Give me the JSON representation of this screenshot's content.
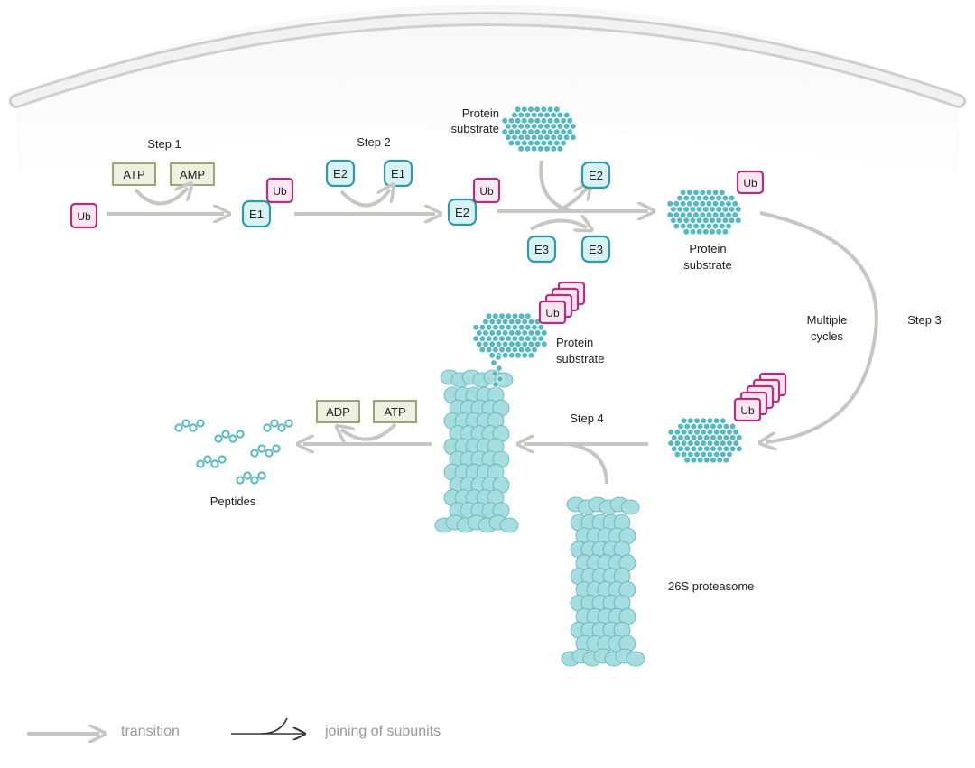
{
  "colors": {
    "ub_border": "#b0307e",
    "ub_fill": "#fbe6f1",
    "enzyme_border": "#2e9aa4",
    "enzyme_fill": "#d8f1f2",
    "nucleotide_border": "#8e9e6a",
    "nucleotide_fill": "#eef1df",
    "arrow_gray": "#c6c6c2",
    "sphere": "#56b9c0",
    "proteasome": "#a6dde0",
    "membrane": "#dcdcdc",
    "text": "#222222",
    "legend_text": "#999999"
  },
  "steps": {
    "step1": "Step 1",
    "step2": "Step 2",
    "step3": "Step 3",
    "step4": "Step 4"
  },
  "molecules": {
    "ub": "Ub",
    "e1": "E1",
    "e2": "E2",
    "e3": "E3",
    "atp": "ATP",
    "amp": "AMP",
    "adp": "ADP"
  },
  "labels": {
    "protein": "Protein",
    "substrate": "substrate",
    "multiple": "Multiple",
    "cycles": "cycles",
    "peptides": "Peptides",
    "proteasome": "26S proteasome"
  },
  "legend": {
    "transition": "transition",
    "joining": "joining of subunits"
  },
  "icons": {
    "ub_tag": "ubiquitin-tag-icon",
    "substrate": "protein-substrate-icon",
    "proteasome": "26s-proteasome-icon",
    "peptide": "peptide-chain-icon"
  }
}
